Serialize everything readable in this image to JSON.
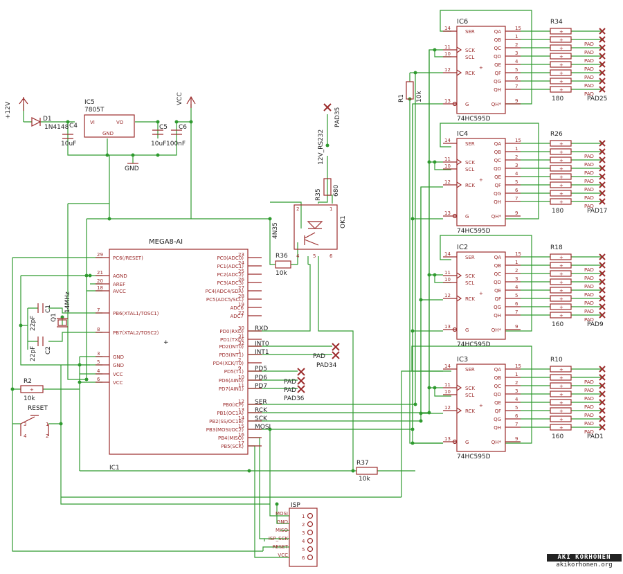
{
  "power": {
    "v12": "+12V",
    "vcc": "VCC",
    "gnd": "GND",
    "d1": "D1",
    "d1_part": "1N4148",
    "ic5": "IC5",
    "ic5_part": "7805T",
    "vi": "VI",
    "vo": "VO",
    "gndpin": "GND",
    "c4": "C4",
    "c4v": "10uF",
    "c5": "C5",
    "c5v": "10uF",
    "c6": "C6",
    "c6v": "100nF"
  },
  "mcu": {
    "name": "MEGA8-AI",
    "label": "IC1",
    "left": [
      {
        "n": "29",
        "s": "PC6(/RESET)"
      },
      {
        "n": "21",
        "s": "AGND"
      },
      {
        "n": "20",
        "s": "AREF"
      },
      {
        "n": "18",
        "s": "AVCC"
      },
      {
        "n": "7",
        "s": "PB6(XTAL1/TOSC1)"
      },
      {
        "n": "8",
        "s": "PB7(XTAL2/TOSC2)"
      },
      {
        "n": "3",
        "s": "GND"
      },
      {
        "n": "5",
        "s": "GND"
      },
      {
        "n": "4",
        "s": "VCC"
      },
      {
        "n": "6",
        "s": "VCC"
      }
    ],
    "right": [
      {
        "n": "23",
        "s": "PC0(ADC0)"
      },
      {
        "n": "24",
        "s": "PC1(ADC1)"
      },
      {
        "n": "25",
        "s": "PC2(ADC2)"
      },
      {
        "n": "26",
        "s": "PC3(ADC3)"
      },
      {
        "n": "27",
        "s": "PC4(ADC4/SDA)"
      },
      {
        "n": "28",
        "s": "PC5(ADC5/SCL)"
      },
      {
        "n": "19",
        "s": "ADC6"
      },
      {
        "n": "22",
        "s": "ADC7"
      },
      {
        "n": "30",
        "s": "PD0(RXD)"
      },
      {
        "n": "31",
        "s": "PD1(TXD)"
      },
      {
        "n": "32",
        "s": "PD2(INT0)"
      },
      {
        "n": "1",
        "s": "PD3(INT1)"
      },
      {
        "n": "2",
        "s": "PD4(XCK/T0)"
      },
      {
        "n": "9",
        "s": "PD5(T1)"
      },
      {
        "n": "10",
        "s": "PD6(AIN0)"
      },
      {
        "n": "11",
        "s": "PD7(AIN1)"
      },
      {
        "n": "12",
        "s": "PB0(ICP)"
      },
      {
        "n": "13",
        "s": "PB1(OC1A)"
      },
      {
        "n": "14",
        "s": "PB2(SS/OC1B)"
      },
      {
        "n": "15",
        "s": "PB3(MOSI/OC2)"
      },
      {
        "n": "16",
        "s": "PB4(MISO)"
      },
      {
        "n": "17",
        "s": "PB5(SCK)"
      }
    ]
  },
  "nets": {
    "rxd": "RXD",
    "int0": "INT0",
    "int1": "INT1",
    "pd5": "PD5",
    "pd6": "PD6",
    "pd7": "PD7",
    "ser": "SER",
    "rck": "RCK",
    "sck": "SCK",
    "mosi": "MOSI"
  },
  "pads": {
    "pad34": "PAD34",
    "pad36": "PAD36",
    "pad35": "PAD35",
    "pad": "PAD",
    "pad25": "PAD25",
    "pad17": "PAD17",
    "pad9": "PAD9",
    "pad1": "PAD1"
  },
  "crystal": {
    "q1": "Q1",
    "freq": "14MHz",
    "c1": "C1",
    "c2": "C2",
    "cval": "22pF"
  },
  "reset": {
    "r2": "R2",
    "r2v": "10k",
    "sw": "RESET"
  },
  "opto": {
    "name": "OK1",
    "part": "4N35",
    "r35": "R35",
    "r35v": "680",
    "rs232": "12V_RS232",
    "r36": "R36",
    "r36v": "10k"
  },
  "r37": {
    "name": "R37",
    "value": "10k"
  },
  "r1": {
    "name": "R1",
    "value": "10k"
  },
  "shift": {
    "part": "74HC595D",
    "pins_l": [
      {
        "n": "14",
        "s": "SER"
      },
      {
        "n": "11",
        "s": "SCK"
      },
      {
        "n": "10",
        "s": "SCL"
      },
      {
        "n": "12",
        "s": "RCK"
      },
      {
        "n": "13",
        "s": "G"
      }
    ],
    "pins_r": [
      {
        "n": "15",
        "s": "QA"
      },
      {
        "n": "1",
        "s": "QB"
      },
      {
        "n": "2",
        "s": "QC"
      },
      {
        "n": "3",
        "s": "QD"
      },
      {
        "n": "4",
        "s": "QE"
      },
      {
        "n": "5",
        "s": "QF"
      },
      {
        "n": "6",
        "s": "QG"
      },
      {
        "n": "7",
        "s": "QH"
      },
      {
        "n": "9",
        "s": "QH*"
      }
    ],
    "chips": [
      {
        "name": "IC6",
        "rname": "R34",
        "rval": "180",
        "pad": "PAD25"
      },
      {
        "name": "IC4",
        "rname": "R26",
        "rval": "180",
        "pad": "PAD17"
      },
      {
        "name": "IC2",
        "rname": "R18",
        "rval": "160",
        "pad": "PAD9"
      },
      {
        "name": "IC3",
        "rname": "R10",
        "rval": "160",
        "pad": "PAD1"
      }
    ]
  },
  "isp": {
    "name": "ISP",
    "pins": [
      {
        "n": "1",
        "s": "MOSI"
      },
      {
        "n": "2",
        "s": "GND"
      },
      {
        "n": "3",
        "s": "MISO"
      },
      {
        "n": "4",
        "s": "ISP_SCK"
      },
      {
        "n": "5",
        "s": "RESET"
      },
      {
        "n": "6",
        "s": "VCC"
      }
    ]
  },
  "credit": {
    "author": "AKI KORHONEN",
    "site": "akikorhonen.org"
  }
}
